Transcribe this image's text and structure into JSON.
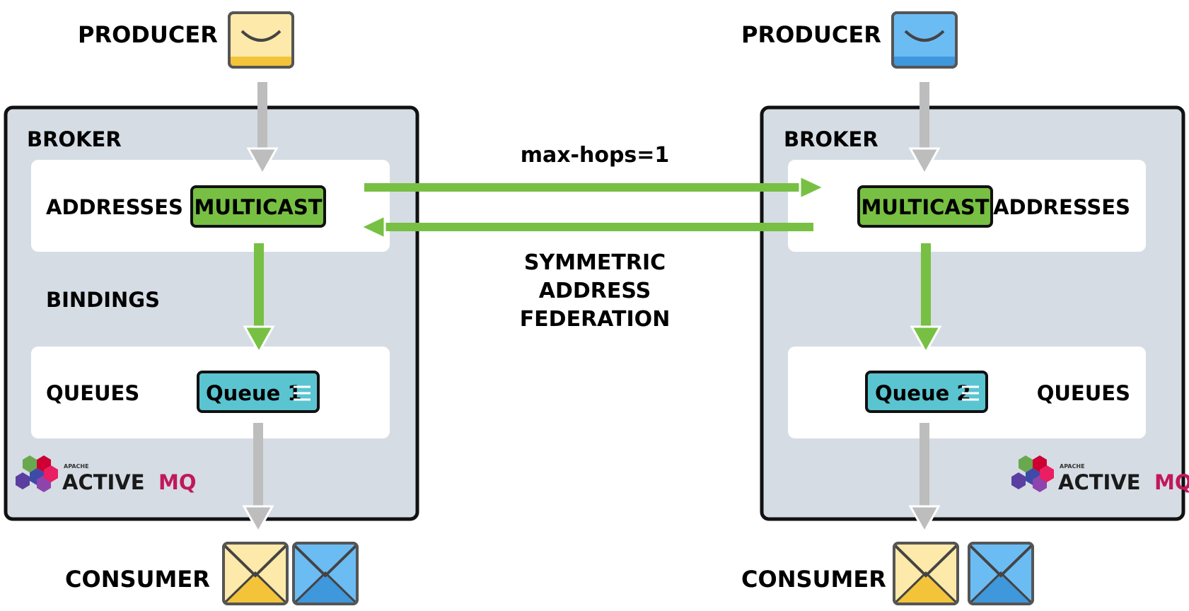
{
  "diagram": {
    "title_top": "max-hops=1",
    "title_bottom": [
      "SYMMETRIC",
      "ADDRESS",
      "FEDERATION"
    ],
    "left": {
      "producer_label": "PRODUCER",
      "broker_label": "BROKER",
      "addresses_label": "ADDRESSES",
      "address_type": "MULTICAST",
      "bindings_label": "BINDINGS",
      "queues_label": "QUEUES",
      "queue_name": "Queue 1",
      "consumer_label": "CONSUMER",
      "logo_small": "APACHE",
      "logo_main_a": "ACTIVE",
      "logo_main_b": "MQ"
    },
    "right": {
      "producer_label": "PRODUCER",
      "broker_label": "BROKER",
      "addresses_label": "ADDRESSES",
      "address_type": "MULTICAST",
      "queues_label": "QUEUES",
      "queue_name": "Queue 2",
      "consumer_label": "CONSUMER",
      "logo_small": "APACHE",
      "logo_main_a": "ACTIVE",
      "logo_main_b": "MQ"
    },
    "colors": {
      "broker_bg": "#d5dce4",
      "panel_bg": "#ffffff",
      "multicast_green": "#77c043",
      "queue_teal": "#5bc4d1",
      "arrow_green": "#77c043",
      "arrow_gray": "#bdbdbd",
      "envelope_yellow": "#fde9a9",
      "envelope_blue": "#6cbcf4"
    },
    "icons": [
      "envelope-icon",
      "queue-list-icon",
      "activemq-logo"
    ]
  }
}
